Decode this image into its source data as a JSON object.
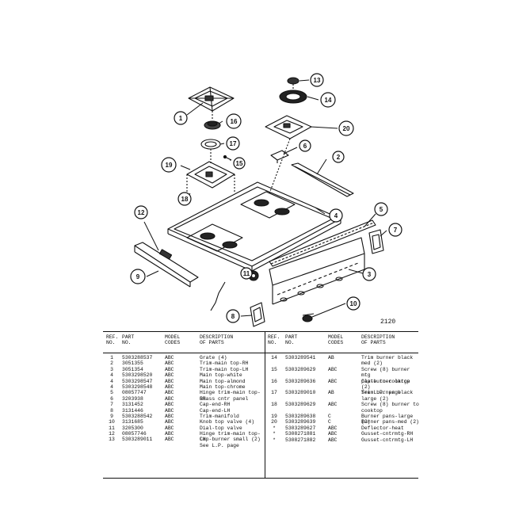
{
  "figure_number": "2120",
  "callouts": [
    "1",
    "2",
    "3",
    "4",
    "5",
    "6",
    "7",
    "8",
    "9",
    "10",
    "11",
    "12",
    "13",
    "14",
    "15",
    "16",
    "17",
    "18",
    "19",
    "20"
  ],
  "table": {
    "headers": {
      "ref": "REF.\nNO.",
      "part": "PART\nNO.",
      "model": "MODEL\nCODES",
      "desc": "DESCRIPTION\nOF PARTS"
    },
    "left_rows": [
      {
        "ref": "1",
        "part": "5303288537",
        "model": "ABC",
        "desc": "Grate (4)"
      },
      {
        "ref": "2",
        "part": "3051355",
        "model": "ABC",
        "desc": "Trim-main top-RH"
      },
      {
        "ref": "3",
        "part": "3051354",
        "model": "ABC",
        "desc": "Trim-main top-LH"
      },
      {
        "ref": "4",
        "part": "5303298520",
        "model": "ABC",
        "desc": "Main top-white"
      },
      {
        "ref": "4",
        "part": "5303298547",
        "model": "ABC",
        "desc": "Main top-almond"
      },
      {
        "ref": "4",
        "part": "5303298548",
        "model": "ABC",
        "desc": "Main top-chrome"
      },
      {
        "ref": "5",
        "part": "08057747",
        "model": "ABC",
        "desc": "Hinge trim-main top-RH"
      },
      {
        "ref": "6",
        "part": "3203938",
        "model": "ABC",
        "desc": "Glass cntr panel"
      },
      {
        "ref": "7",
        "part": "3131452",
        "model": "ABC",
        "desc": "Cap-end-RH"
      },
      {
        "ref": "8",
        "part": "3131446",
        "model": "ABC",
        "desc": "Cap-end-LH"
      },
      {
        "ref": "9",
        "part": "5303288542",
        "model": "ABC",
        "desc": "Trim-manifold"
      },
      {
        "ref": "10",
        "part": "3131685",
        "model": "ABC",
        "desc": "Knob top valve (4)"
      },
      {
        "ref": "11",
        "part": "3205300",
        "model": "ABC",
        "desc": "Dial-top valve"
      },
      {
        "ref": "12",
        "part": "08057746",
        "model": "ABC",
        "desc": "Hinge trim-main top-LH"
      },
      {
        "ref": "13",
        "part": "5303289011",
        "model": "ABC",
        "desc": "Cap-burner small (2)\nSee L.P. page",
        "tall": true
      }
    ],
    "right_rows": [
      {
        "ref": "14",
        "part": "5303289541",
        "model": "AB",
        "desc": "Trim burner black\nmed (2)",
        "tall": true
      },
      {
        "ref": "15",
        "part": "5303289629",
        "model": "ABC",
        "desc": "Screw (8) burner mtg\nplate to cooktop",
        "tall": true
      },
      {
        "ref": "16",
        "part": "5303289636",
        "model": "ABC",
        "desc": "Cap-burner large (2)\nSee L.P. page",
        "tall": true
      },
      {
        "ref": "17",
        "part": "5303289010",
        "model": "AB",
        "desc": "Trim burner black\nlarge (2)",
        "tall": true
      },
      {
        "ref": "18",
        "part": "5303289629",
        "model": "ABC",
        "desc": "Screw (8) burner to\ncooktop",
        "tall": true
      },
      {
        "ref": "19",
        "part": "5303289638",
        "model": "C",
        "desc": "Burner pans-large (2)"
      },
      {
        "ref": "20",
        "part": "5303289639",
        "model": "C",
        "desc": "Burner pans-med (2)"
      },
      {
        "ref": "*",
        "part": "5303289627",
        "model": "ABC",
        "desc": "Deflector-heat"
      },
      {
        "ref": "*",
        "part": "5308271881",
        "model": "ABC",
        "desc": "Gusset-cntrmtg-RH"
      },
      {
        "ref": "*",
        "part": "5308271882",
        "model": "ABC",
        "desc": "Gusset-cntrmtg-LH"
      }
    ]
  }
}
